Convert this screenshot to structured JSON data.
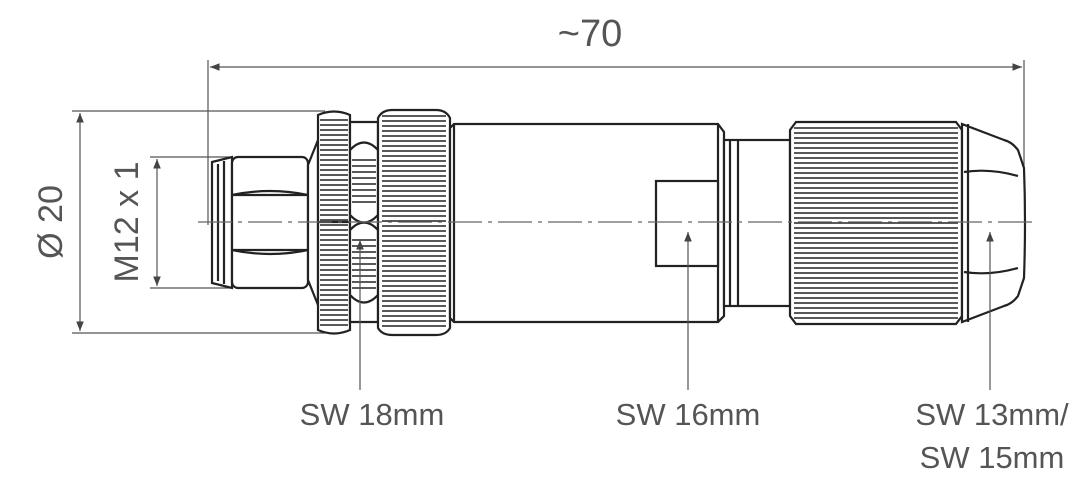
{
  "dimensions": {
    "overall_length": "~70",
    "diameter": "Ø 20",
    "thread": "M12 x 1"
  },
  "callouts": {
    "wrench_1": "SW 18mm",
    "wrench_2": "SW 16mm",
    "wrench_3_line1": "SW 13mm/",
    "wrench_3_line2": "SW 15mm"
  },
  "colors": {
    "outline": "#222222",
    "dimension": "#555555"
  }
}
